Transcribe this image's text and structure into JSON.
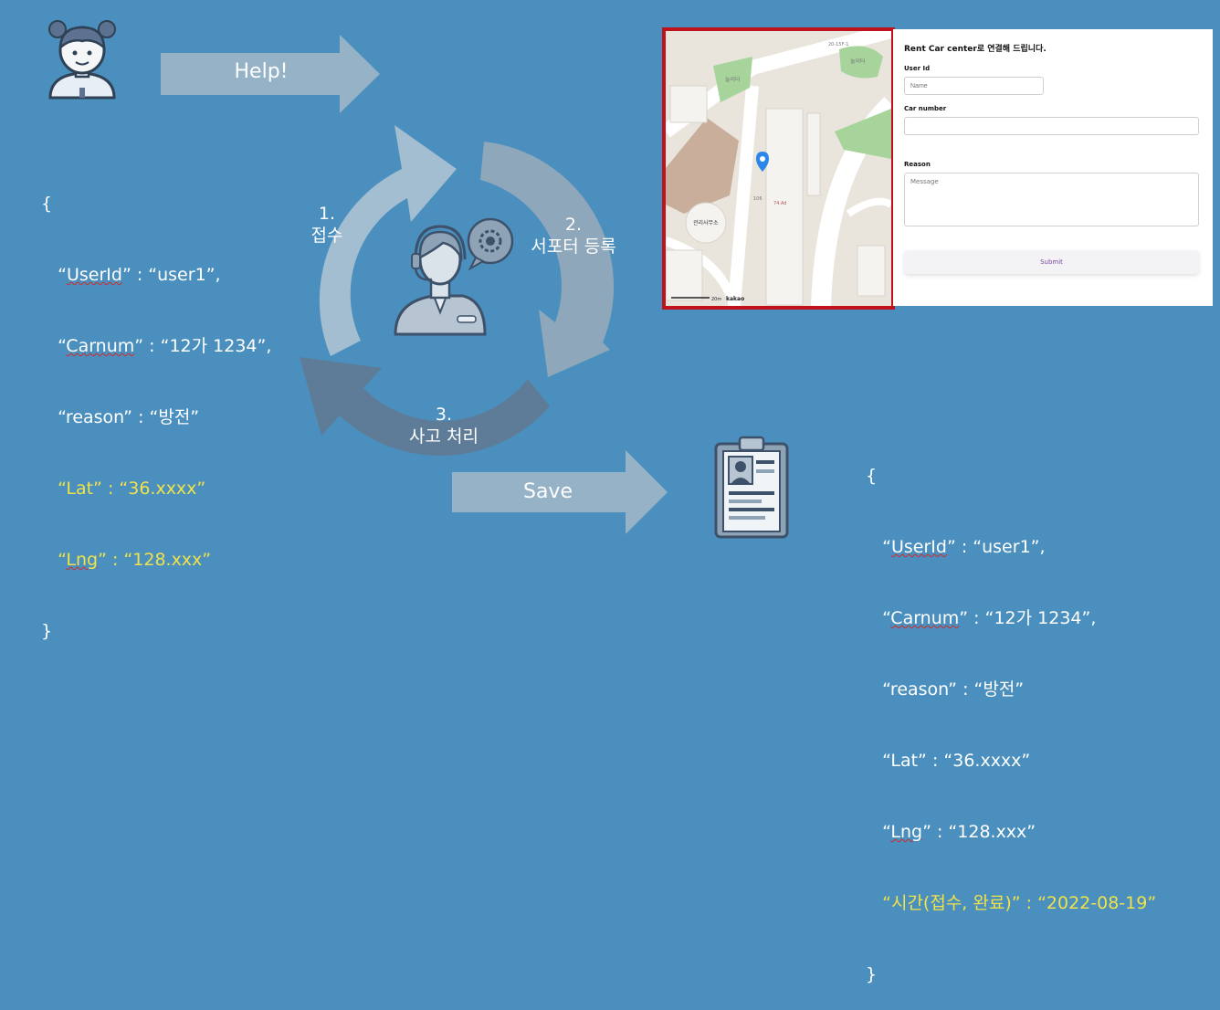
{
  "flow": {
    "help_label": "Help!",
    "save_label": "Save"
  },
  "cycle": {
    "step1_num": "1.",
    "step1_text": "접수",
    "step2_num": "2.",
    "step2_text": "서포터 등록",
    "step3_num": "3.",
    "step3_text": "사고 처리"
  },
  "request_json": {
    "open": "{",
    "userid_key": "UserId",
    "userid_val": " : “user1”,",
    "carnum_key": "Carnum",
    "carnum_val": " : “12가 1234”,",
    "reason": "“reason” : “방전”",
    "lat": "“Lat” : “36.xxxx”",
    "lng_key": "Lng",
    "lng_val": " : “128.xxx”",
    "close": "}"
  },
  "saved_json": {
    "open": "{",
    "userid_key": "UserId",
    "userid_val": " : “user1”,",
    "carnum_key": "Carnum",
    "carnum_val": " : “12가 1234”,",
    "reason": "“reason” : “방전”",
    "lat": "“Lat” : “36.xxxx”",
    "lng_key": "Lng",
    "lng_val": " : “128.xxx”",
    "time": "“시간(접수, 완료)” : “2022-08-19”",
    "close": "}"
  },
  "map": {
    "labels": {
      "playground1": "놀이터",
      "playground2": "놀이터",
      "office": "관리사무소",
      "building_20": "20-15F-1",
      "building_106": "106",
      "building_74": "74.Ad",
      "scale": "20m",
      "brand": "kakao"
    }
  },
  "form": {
    "title": "Rent Car center로 연결해 드립니다.",
    "userid_label": "User Id",
    "userid_placeholder": "Name",
    "carnumber_label": "Car number",
    "reason_label": "Reason",
    "reason_placeholder": "Message",
    "submit_label": "Submit"
  },
  "colors": {
    "background": "#4a8fbe",
    "highlight": "#f0e24a",
    "map_border": "#c0121a",
    "submit_text": "#7a48a8"
  },
  "icons": [
    "user-girl-icon",
    "support-agent-icon",
    "gear-icon",
    "clipboard-profile-icon",
    "map-pin-icon"
  ]
}
